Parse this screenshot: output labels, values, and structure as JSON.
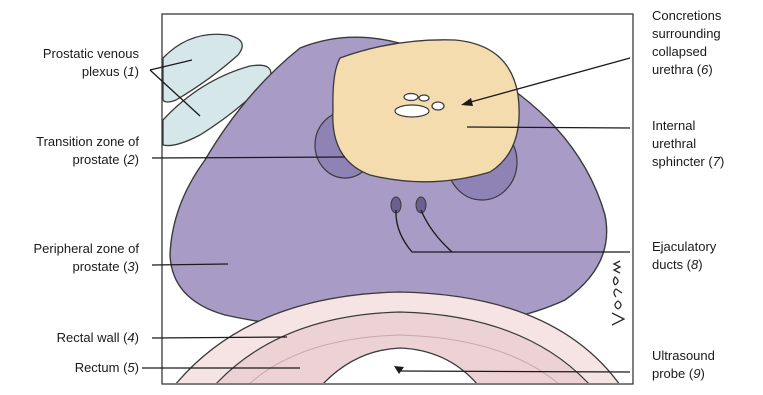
{
  "labels": {
    "venous_plexus": {
      "lines": [
        "Prostatic venous",
        "plexus ("
      ],
      "num": "1",
      "close": ")"
    },
    "transition_zone": {
      "lines": [
        "Transition zone of",
        "prostate ("
      ],
      "num": "2",
      "close": ")"
    },
    "peripheral_zone": {
      "lines": [
        "Peripheral zone of",
        "prostate ("
      ],
      "num": "3",
      "close": ")"
    },
    "rectal_wall": {
      "lines": [
        "Rectal wall ("
      ],
      "num": "4",
      "close": ")"
    },
    "rectum": {
      "lines": [
        "Rectum ("
      ],
      "num": "5",
      "close": ")"
    },
    "concretions": {
      "lines": [
        "Concretions",
        "surrounding",
        "collapsed",
        "urethra ("
      ],
      "num": "6",
      "close": ")"
    },
    "sphincter": {
      "lines": [
        "Internal",
        "urethral",
        "sphincter ("
      ],
      "num": "7",
      "close": ")"
    },
    "ejaculatory": {
      "lines": [
        "Ejaculatory",
        "ducts ("
      ],
      "num": "8",
      "close": ")"
    },
    "ultrasound": {
      "lines": [
        "Ultrasound",
        "probe ("
      ],
      "num": "9",
      "close": ")"
    }
  },
  "signature": "VOsom",
  "colors": {
    "prostate": "#a89bc6",
    "transition": "#8f82b4",
    "sphincter": "#f5dcae",
    "venous": "#d6e7ea",
    "rectum": "#f1dede",
    "outline": "#3a3a3a"
  }
}
